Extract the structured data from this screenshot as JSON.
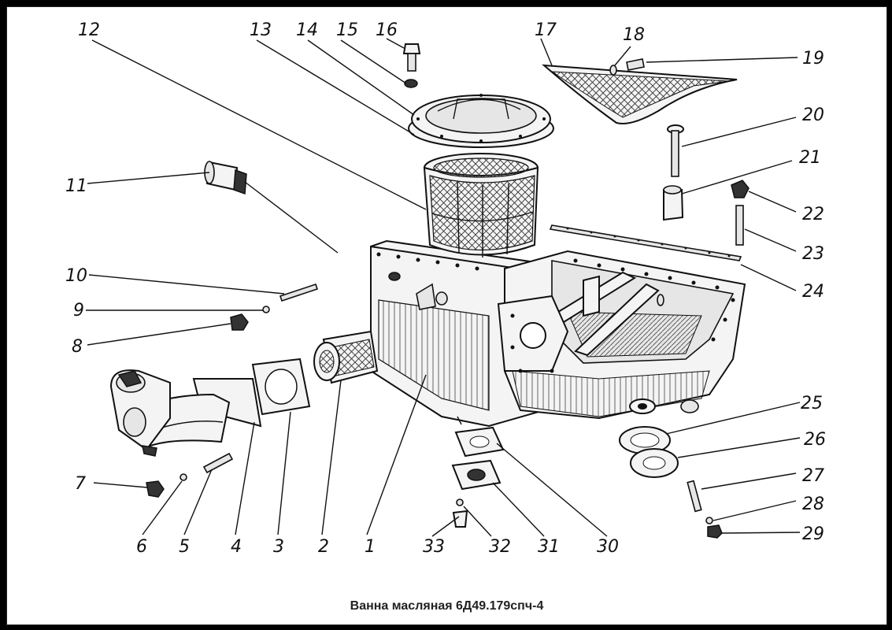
{
  "caption": "Ванна масляная 6Д49.179спч-4",
  "callout_labels": [
    "1",
    "2",
    "3",
    "4",
    "5",
    "6",
    "7",
    "8",
    "9",
    "10",
    "11",
    "12",
    "13",
    "14",
    "15",
    "16",
    "17",
    "18",
    "19",
    "20",
    "21",
    "22",
    "23",
    "24",
    "25",
    "26",
    "27",
    "28",
    "29",
    "30",
    "31",
    "32",
    "33"
  ]
}
